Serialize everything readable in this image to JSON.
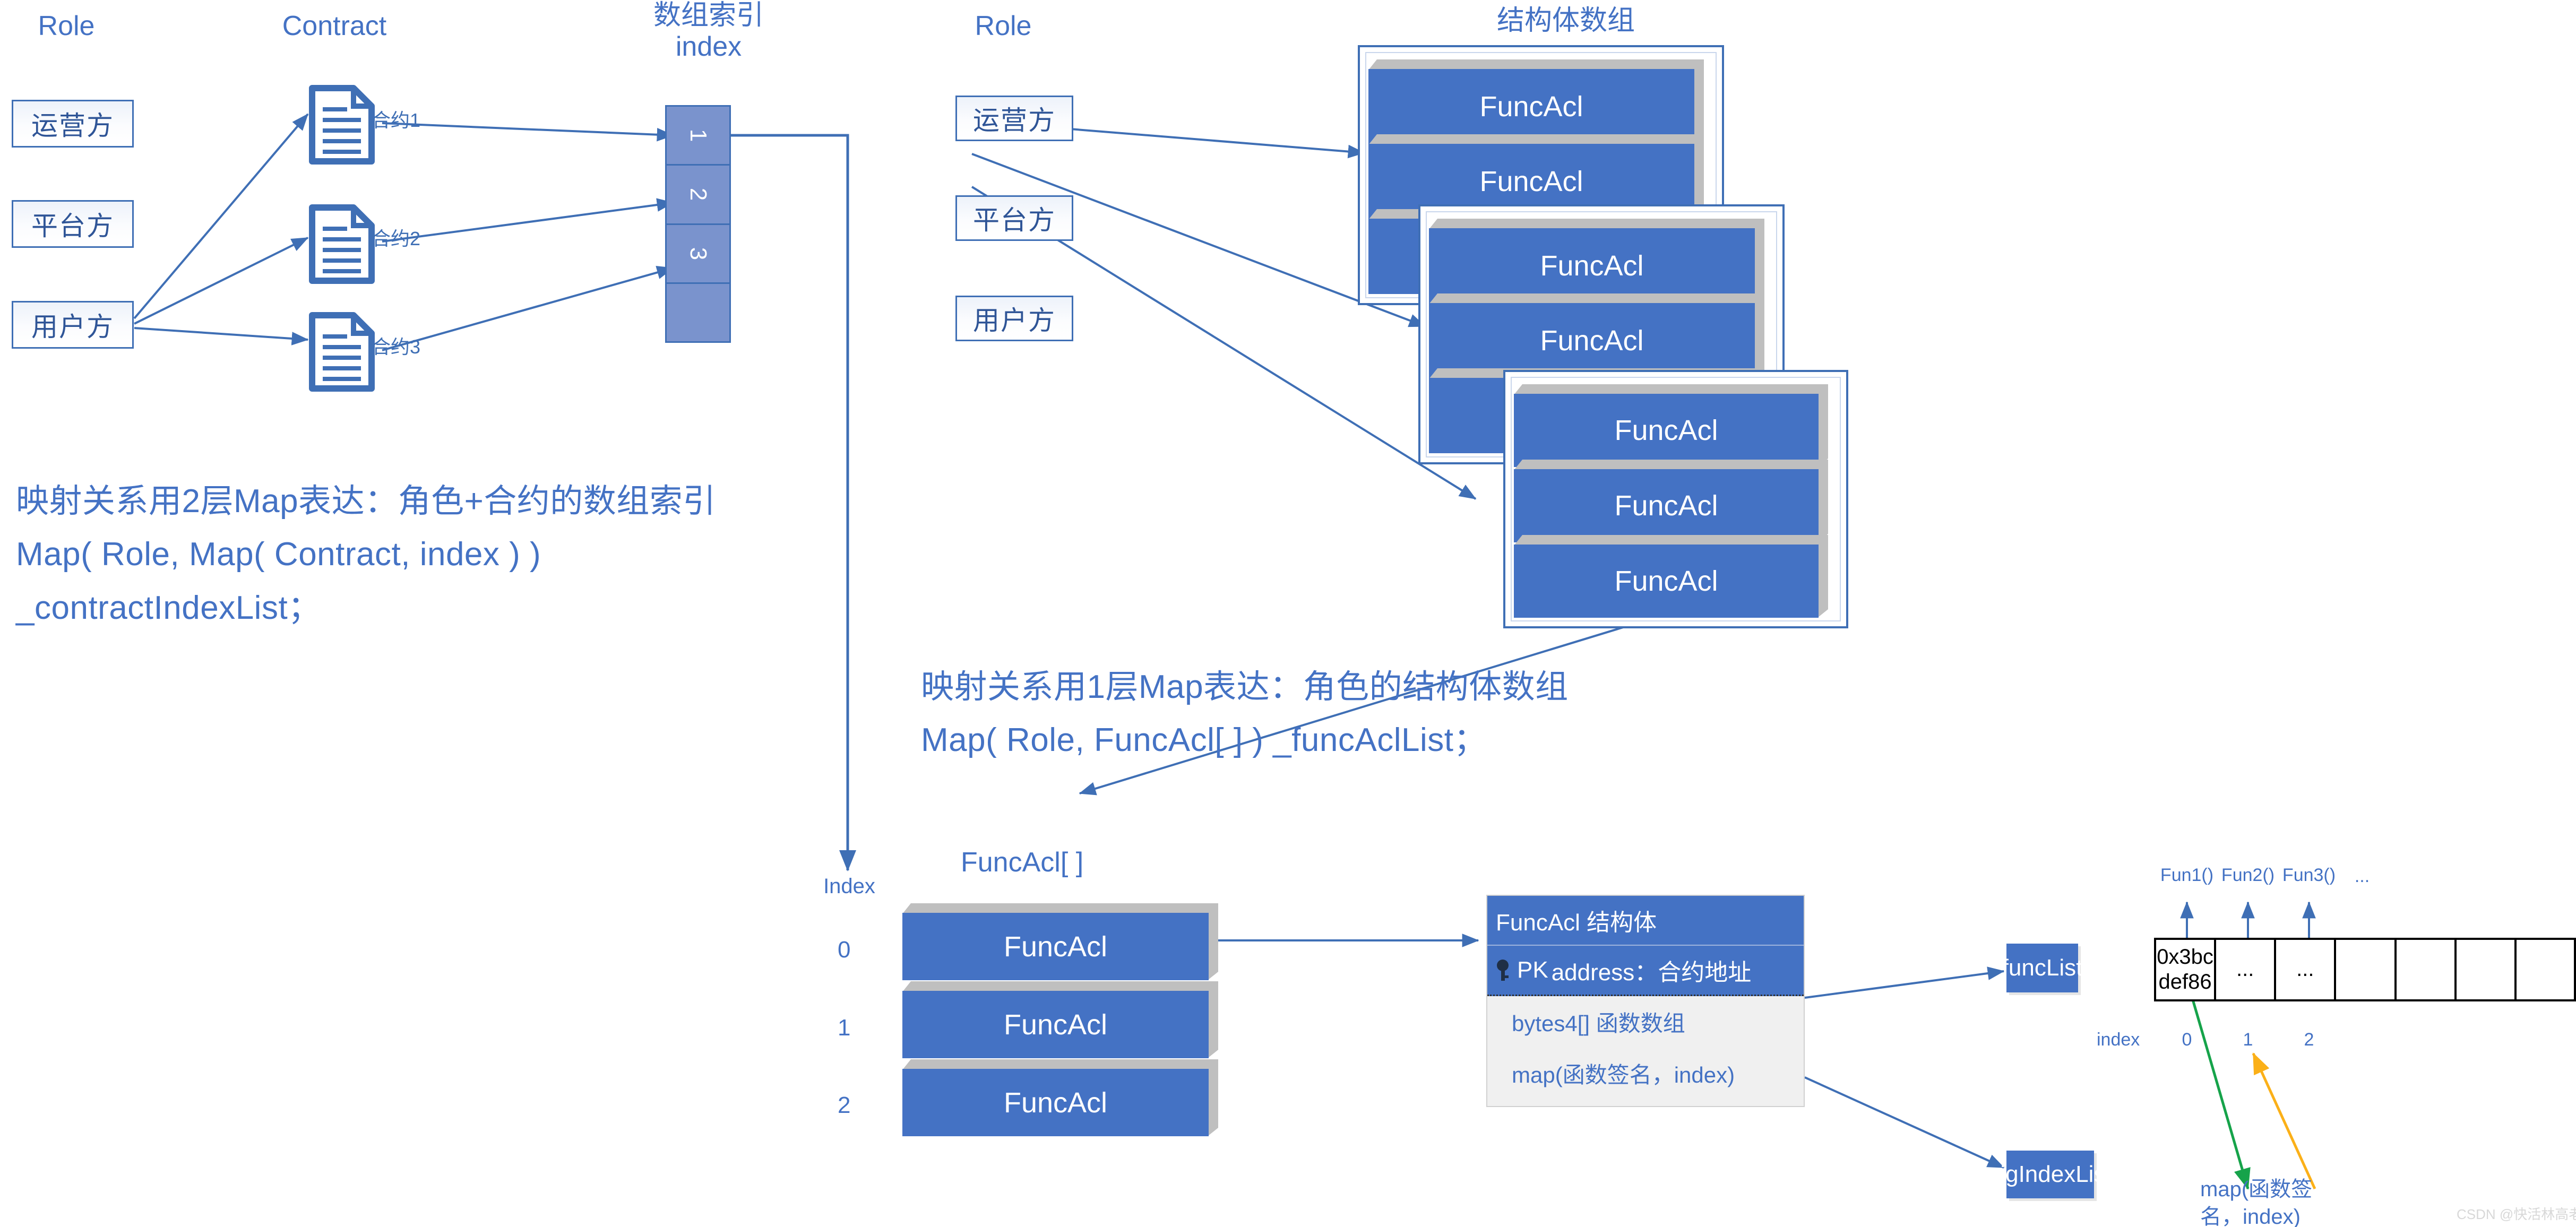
{
  "colors": {
    "accent_blue": "#4472C4",
    "border_blue": "#3F6FB5",
    "index_fill": "#7A93CD",
    "shadow_gray": "#BFBFBF",
    "struct_body": "#F0F0F0",
    "arrow_green": "#009444",
    "arrow_orange": "#FFB81C",
    "table_border": "#000000"
  },
  "headers": {
    "role_left": "Role",
    "contract": "Contract",
    "array_index": "数组索引\nindex",
    "role_right": "Role",
    "struct_array": "结构体数组"
  },
  "roles_left": [
    {
      "label": "运营方"
    },
    {
      "label": "平台方"
    },
    {
      "label": "用户方"
    }
  ],
  "roles_right": [
    {
      "label": "运营方"
    },
    {
      "label": "平台方"
    },
    {
      "label": "用户方"
    }
  ],
  "contracts": [
    {
      "label": "合约1"
    },
    {
      "label": "合约2"
    },
    {
      "label": "合约3"
    }
  ],
  "index_array": {
    "cells": [
      "1",
      "2",
      "3",
      ""
    ]
  },
  "notes": {
    "two_level_map": "映射关系用2层Map表达：角色+合约的数组索引\nMap( Role, Map( Contract, index ) )  _contractIndexList；",
    "one_level_map": "映射关系用1层Map表达：角色的结构体数组\nMap( Role, FuncAcl[ ] )  _funcAclList；"
  },
  "struct_stacks": [
    {
      "items": [
        "FuncAcl",
        "FuncAcl",
        "FuncAcl"
      ]
    },
    {
      "items": [
        "FuncAcl",
        "FuncAcl",
        "FuncAcl"
      ]
    },
    {
      "items": [
        "FuncAcl",
        "FuncAcl",
        "FuncAcl"
      ]
    }
  ],
  "funcacl_array": {
    "title": "FuncAcl[ ]",
    "index_label": "Index",
    "rows": [
      {
        "index": "0",
        "label": "FuncAcl"
      },
      {
        "index": "1",
        "label": "FuncAcl"
      },
      {
        "index": "2",
        "label": "FuncAcl"
      }
    ]
  },
  "struct_def": {
    "title": "FuncAcl  结构体",
    "pk_badge": "PK",
    "pk_field": "address：合约地址",
    "fields": [
      "bytes4[] 函数数组",
      "map(函数签名，index)"
    ]
  },
  "right_panel": {
    "funclist_label": "funcList",
    "sigindexlist_label": "sigIndexList",
    "func_headers": [
      "Fun1()",
      "Fun2()",
      "Fun3()",
      "..."
    ],
    "cells": [
      "0x3bc\ndef86",
      "...",
      "...",
      "",
      "",
      "",
      ""
    ],
    "index_label": "index",
    "index_values": [
      "0",
      "1",
      "2"
    ],
    "map_caption": "map(函数签\n名，index)"
  },
  "watermark": "CSDN @快活林高老大"
}
